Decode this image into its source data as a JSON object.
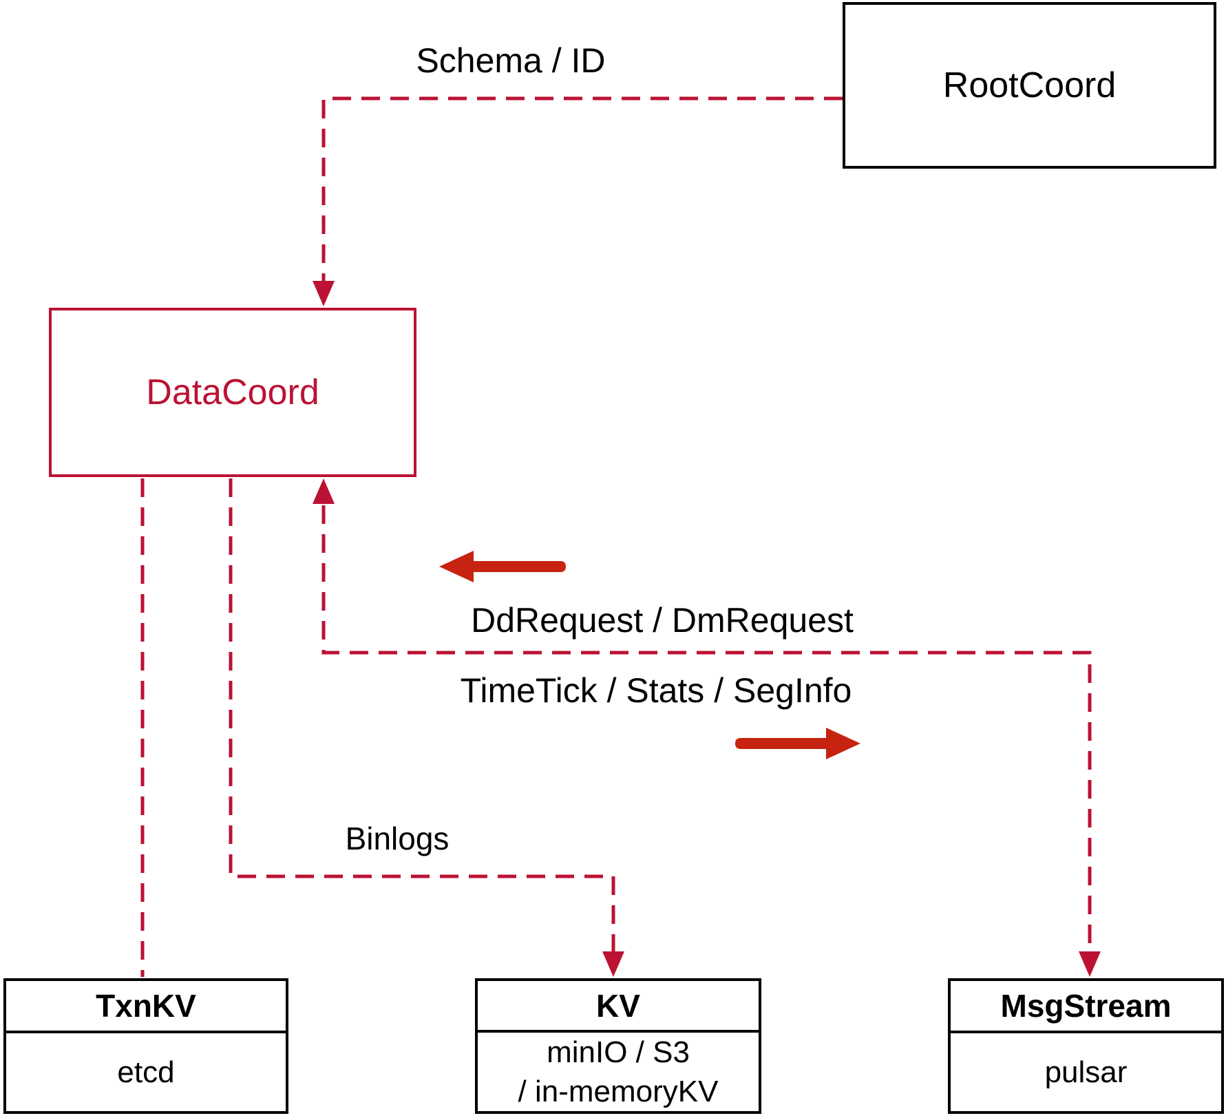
{
  "colors": {
    "crimson": "#bb1233",
    "arrow": "#c62310",
    "black": "#000000",
    "background": "#ffffff"
  },
  "nodes": {
    "rootcoord": {
      "label": "RootCoord"
    },
    "datacoord": {
      "label": "DataCoord"
    },
    "txnkv": {
      "title": "TxnKV",
      "body": "etcd"
    },
    "kv": {
      "title": "KV",
      "body_line1": "minIO / S3",
      "body_line2": "/ in-memoryKV"
    },
    "msgstream": {
      "title": "MsgStream",
      "body": "pulsar"
    }
  },
  "edges": {
    "schema_id": {
      "label": "Schema / ID",
      "from": "RootCoord",
      "to": "DataCoord",
      "style": "dashed"
    },
    "dd_request": {
      "label": "DdRequest / DmRequest",
      "from": "MsgStream",
      "to": "DataCoord",
      "style": "dashed"
    },
    "timetick": {
      "label": "TimeTick / Stats / SegInfo",
      "from": "DataCoord",
      "to": "MsgStream",
      "style": "dashed"
    },
    "binlogs": {
      "label": "Binlogs",
      "from": "DataCoord",
      "to": "KV",
      "style": "dashed"
    },
    "meta": {
      "label": "",
      "from": "DataCoord",
      "to": "TxnKV",
      "style": "dashed"
    }
  }
}
